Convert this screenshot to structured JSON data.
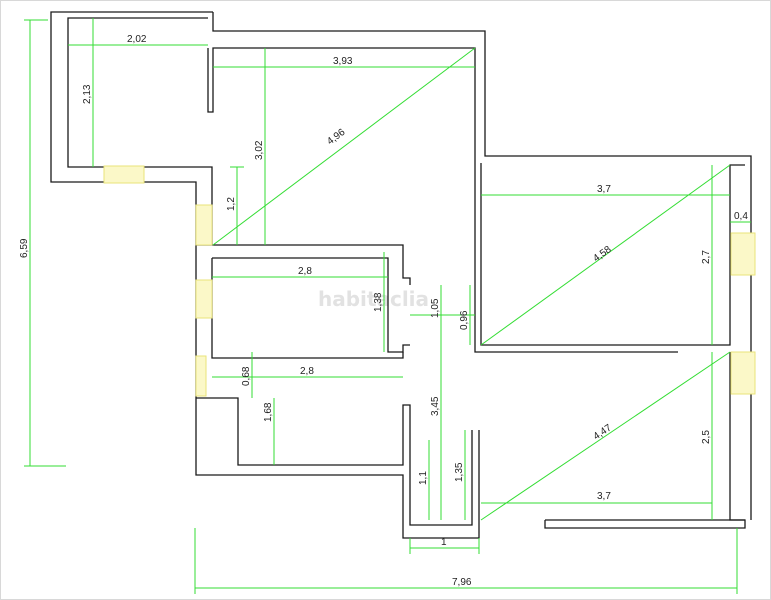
{
  "watermark": "habitaclia",
  "dimensions": {
    "overall_width": "7,96",
    "overall_height": "6,59",
    "top_room_width": "2,02",
    "top_room_height": "2,13",
    "hall_width": "3,93",
    "hall_height": "3,02",
    "hall_diagonal": "4,96",
    "hall_stub": "1,2",
    "right_room_width": "3,7",
    "right_room_diagonal": "4,58",
    "right_room_height": "2,7",
    "right_wall": "0,4",
    "mid_room_width": "2,8",
    "mid_room_height": "1,38",
    "corridor_a": "1,05",
    "corridor_b": "0,96",
    "low_room_width": "2,8",
    "low_room_gap": "0,68",
    "low_room_height": "1,68",
    "corridor_length": "3,45",
    "bath_a": "1,1",
    "bath_b": "1,35",
    "bath_width": "1",
    "bottom_room_width": "3,7",
    "bottom_room_diagonal": "4,47",
    "bottom_room_height": "2,5"
  }
}
